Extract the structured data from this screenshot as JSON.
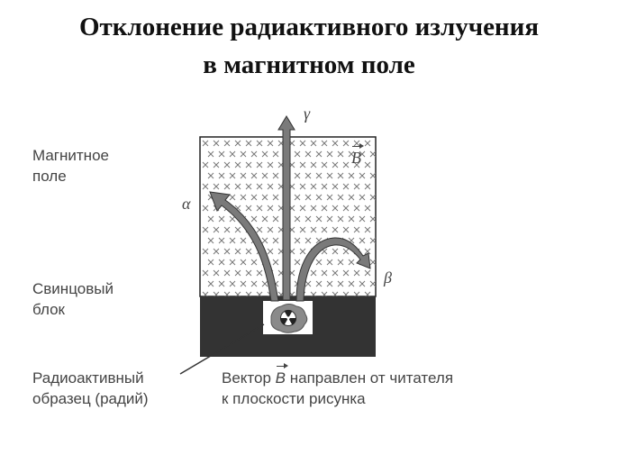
{
  "title_line1": "Отклонение радиактивного излучения",
  "title_line2": "в магнитном поле",
  "labels": {
    "field_line1": "Магнитное",
    "field_line2": "поле",
    "block_line1": "Свинцовый",
    "block_line2": "блок",
    "sample_line1": "Радиоактивный",
    "sample_line2": "образец (радий)",
    "vector_pre": "Вектор ",
    "vector_sym": "B",
    "vector_post": " направлен от читателя",
    "vector_line2": "к плоскости рисунка",
    "field_symbol": "B"
  },
  "rays": {
    "alpha": "α",
    "beta": "β",
    "gamma": "γ"
  },
  "colors": {
    "ink": "#222222",
    "label": "#444444",
    "block": "#333333",
    "ray_fill": "#7a7a7a",
    "cross": "#777777"
  }
}
